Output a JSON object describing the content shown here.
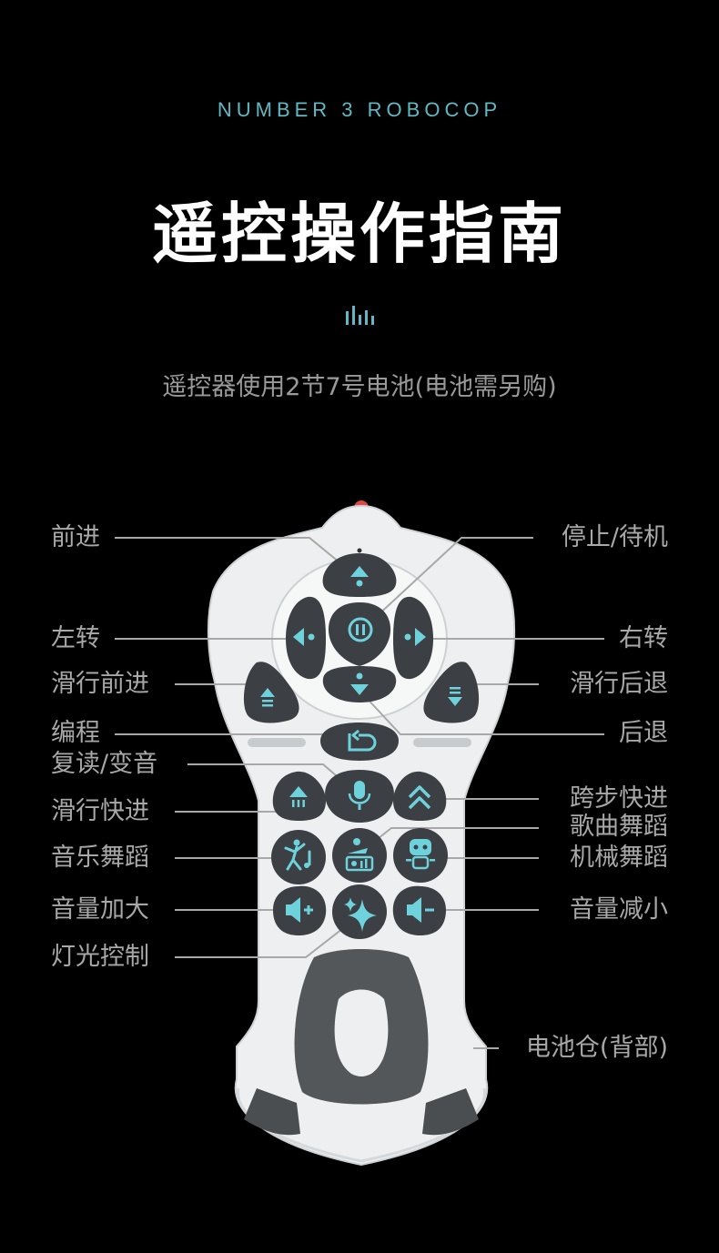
{
  "header": {
    "eyebrow": "NUMBER 3 ROBOCOP",
    "title": "遥控操作指南",
    "divider_icon": "sound-bars-icon",
    "subtitle": "遥控器使用2节7号电池(电池需另购)"
  },
  "labels": {
    "forward": "前进",
    "stop_standby": "停止/待机",
    "turn_left": "左转",
    "turn_right": "右转",
    "glide_forward": "滑行前进",
    "glide_backward": "滑行后退",
    "program": "编程",
    "backward": "后退",
    "repeat_voice": "复读/变音",
    "glide_fast": "滑行快进",
    "stride_fast": "跨步快进",
    "song_dance": "歌曲舞蹈",
    "music_dance": "音乐舞蹈",
    "mech_dance": "机械舞蹈",
    "volume_up": "音量加大",
    "volume_down": "音量减小",
    "light_control": "灯光控制",
    "battery": "电池仓(背部)"
  },
  "colors": {
    "background": "#000000",
    "accent": "#5fb9c4",
    "button": "#3c3f43",
    "remote_body": "#eef0f0",
    "icon": "#6ed2dc"
  }
}
